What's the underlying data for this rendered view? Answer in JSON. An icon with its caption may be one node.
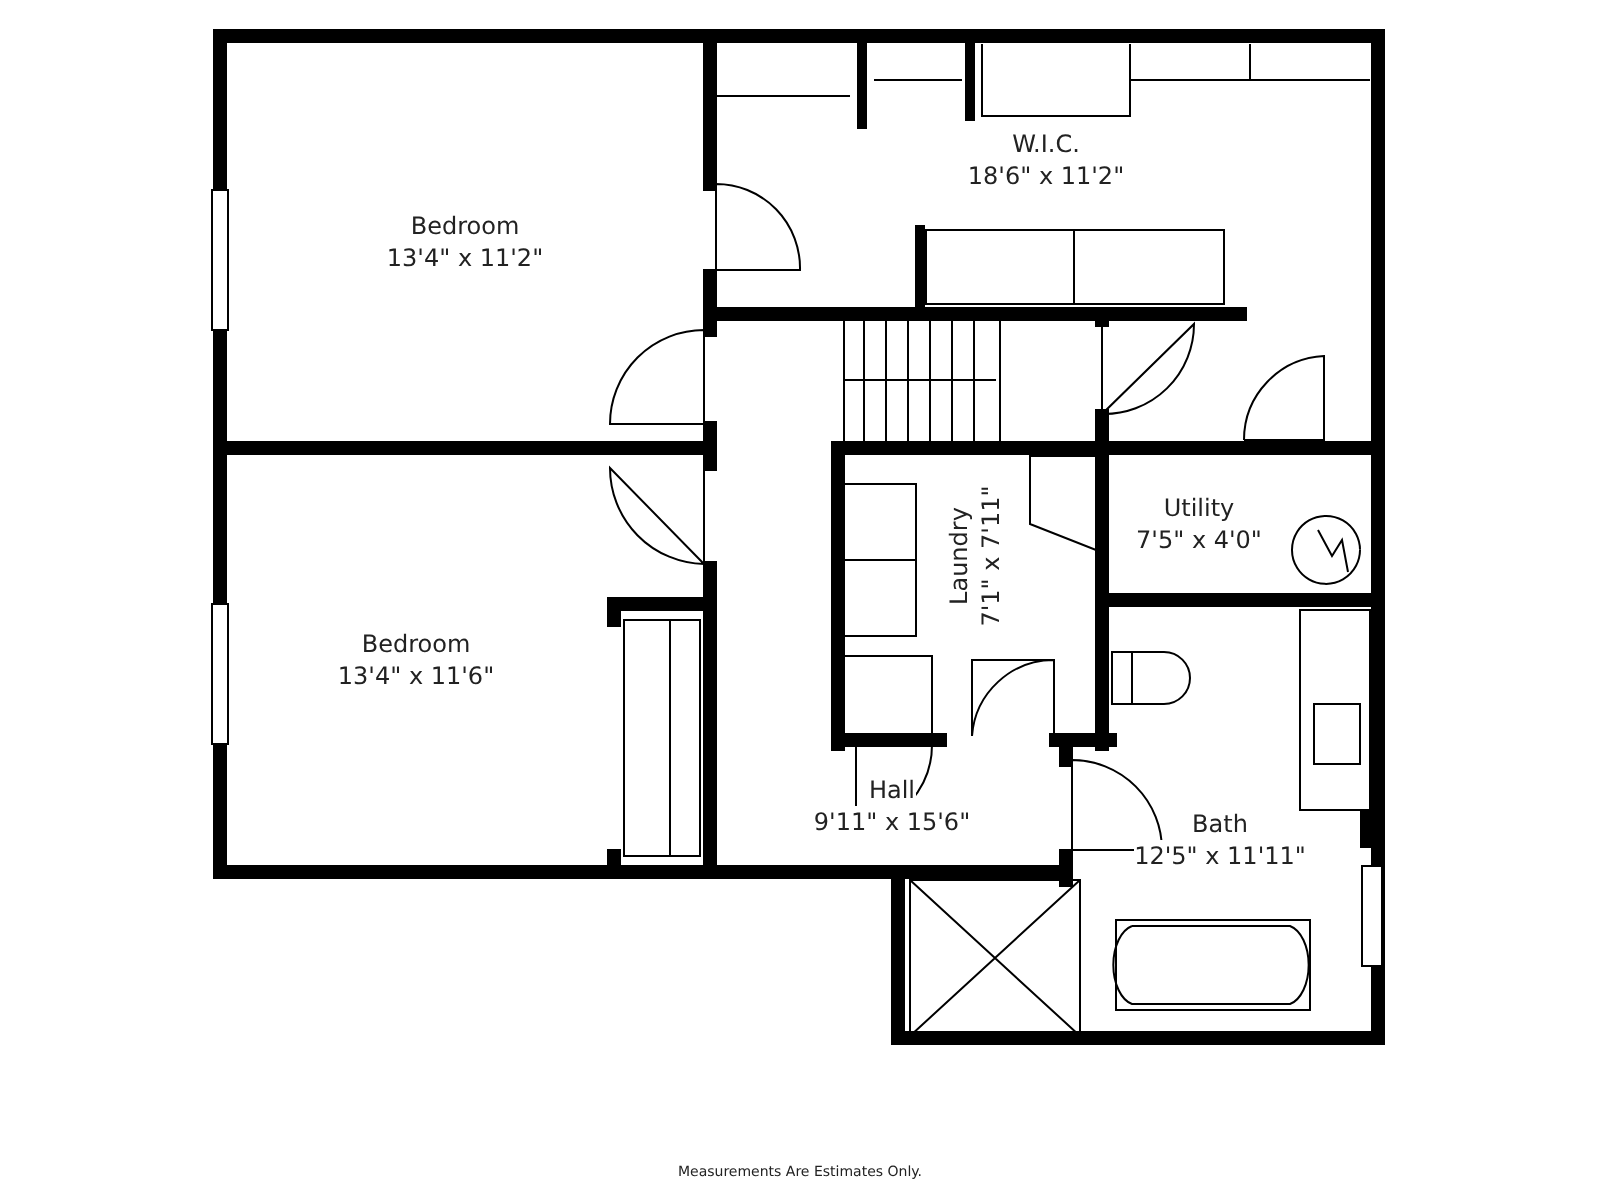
{
  "diagram": {
    "caption": "Measurements Are Estimates Only.",
    "nodes": [
      {
        "text": [
          "Bedroom",
          "13'4\" x 11'2\""
        ]
      },
      {
        "text": [
          "W.I.C.",
          "18'6\" x 11'2\""
        ]
      },
      {
        "text": [
          "Bedroom",
          "13'4\" x 11'6\""
        ]
      },
      {
        "text": [
          "Utility",
          "7'5\" x 4'0\""
        ]
      },
      {
        "text": [
          "Laundry",
          "7'1\" x 7'11\""
        ]
      },
      {
        "text": [
          "Hall",
          "9'11\" x 15'6\""
        ]
      },
      {
        "text": [
          "Bath",
          "12'5\" x 11'11\""
        ]
      }
    ]
  }
}
